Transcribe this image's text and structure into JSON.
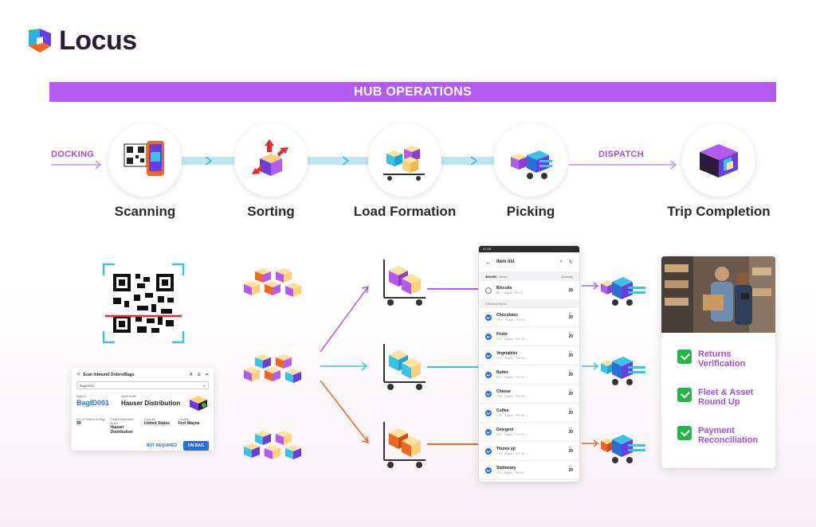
{
  "brand": {
    "name": "Locus"
  },
  "banner": {
    "title": "HUB OPERATIONS"
  },
  "flow": {
    "docking": "DOCKING",
    "dispatch": "DISPATCH"
  },
  "stages": [
    {
      "label": "Scanning",
      "icon": "qr-phone-icon"
    },
    {
      "label": "Sorting",
      "icon": "box-sorting-icon"
    },
    {
      "label": "Load Formation",
      "icon": "trolley-boxes-icon"
    },
    {
      "label": "Picking",
      "icon": "forklift-icon"
    },
    {
      "label": "Trip Completion",
      "icon": "truck-icon"
    }
  ],
  "scan_panel": {
    "title": "Scan Inbound Orders/Bags",
    "input_value": "BagID001",
    "bag_label": "Bag ID",
    "bag_id": "BagID001",
    "hub_label": "Next Node",
    "hub_name": "Hauser Distribution",
    "orders_label": "No of Orders in Bag",
    "orders_value": "99",
    "final_node_label": "Final Destination Node",
    "final_node_value": "Hauser Distribution",
    "country_label": "Country",
    "country_value": "United States",
    "locality_label": "Locality",
    "locality_value": "Fort Wayne",
    "not_required": "NOT REQUIRED",
    "unbag": "UN-BAG"
  },
  "phone": {
    "time": "07:28",
    "title": "Item list",
    "summary_count": "360/400",
    "summary_items": "Items",
    "summary_qty": "Quantity",
    "checked_header": "Checked Items",
    "pending": {
      "name": "Biscuits",
      "sub": "BIS · 50gms · ₹20.00",
      "qty": "20"
    },
    "items": [
      {
        "name": "Chocolates",
        "sub": "CHO · 50gms · ₹20.00",
        "qty": "20"
      },
      {
        "name": "Fruits",
        "sub": "FRU · 50gms · ₹20.00",
        "qty": "20"
      },
      {
        "name": "Vegetables",
        "sub": "VEG · 50gms · ₹20.00",
        "qty": "20"
      },
      {
        "name": "Butter",
        "sub": "BUT · 50gms · ₹20.00",
        "qty": "20"
      },
      {
        "name": "Cheese",
        "sub": "CHE · 50gms · ₹20.00",
        "qty": "20"
      },
      {
        "name": "Coffee",
        "sub": "COF · 50gms · ₹20.00",
        "qty": "20"
      },
      {
        "name": "Detegent",
        "sub": "DET · 50gms · ₹20.00",
        "qty": "20"
      },
      {
        "name": "Thums up",
        "sub": "THU · 50gms · ₹20.00",
        "qty": "20"
      },
      {
        "name": "Stationary",
        "sub": "STA · 50gms · ₹20.00",
        "qty": "20"
      }
    ]
  },
  "completion": {
    "items": [
      "Returns Verification",
      "Fleet & Asset Round Up",
      "Payment Reconciliation"
    ]
  },
  "colors": {
    "purple": "#b45af0",
    "teal": "#3bc2e6",
    "orange": "#f26522",
    "green": "#27b34a",
    "dark": "#2b1d3a"
  }
}
